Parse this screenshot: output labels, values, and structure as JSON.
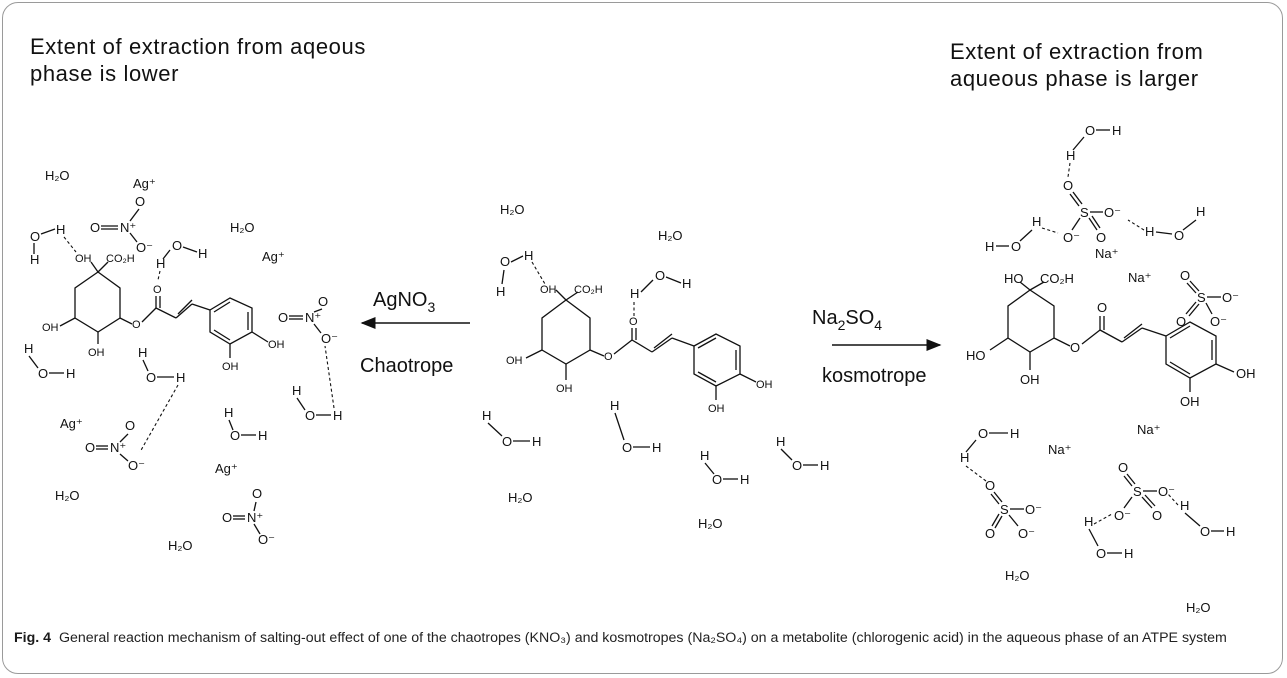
{
  "headings": {
    "left": "Extent of extraction from aqeous phase is lower",
    "right": "Extent of extraction from aqueous phase is larger"
  },
  "reagents": {
    "left": {
      "formula": "AgNO",
      "subscript": "3",
      "label": "Chaotrope"
    },
    "right": {
      "formula_a": "Na",
      "subscript_a": "2",
      "formula_b": "SO",
      "subscript_b": "4",
      "label": "kosmotrope"
    }
  },
  "atoms": {
    "water": "H₂O",
    "silver_ion": "Ag⁺",
    "sodium_ion": "Na⁺",
    "carboxyl": "CO₂H",
    "hydroxyl": "OH",
    "hydroxyl_ho": "HO",
    "o": "O",
    "o_minus": "O⁻",
    "n_plus": "N⁺",
    "s": "S",
    "h": "H"
  },
  "caption": {
    "label": "Fig. 4",
    "text": "General reaction mechanism of salting-out effect of one of the chaotropes (KNO₃) and kosmotropes (Na₂SO₄) on a metabolite (chlorogenic acid) in the aqueous phase of an ATPE system"
  },
  "colors": {
    "ink": "#111111",
    "frame": "#9a9a9a",
    "caption": "#222222"
  }
}
